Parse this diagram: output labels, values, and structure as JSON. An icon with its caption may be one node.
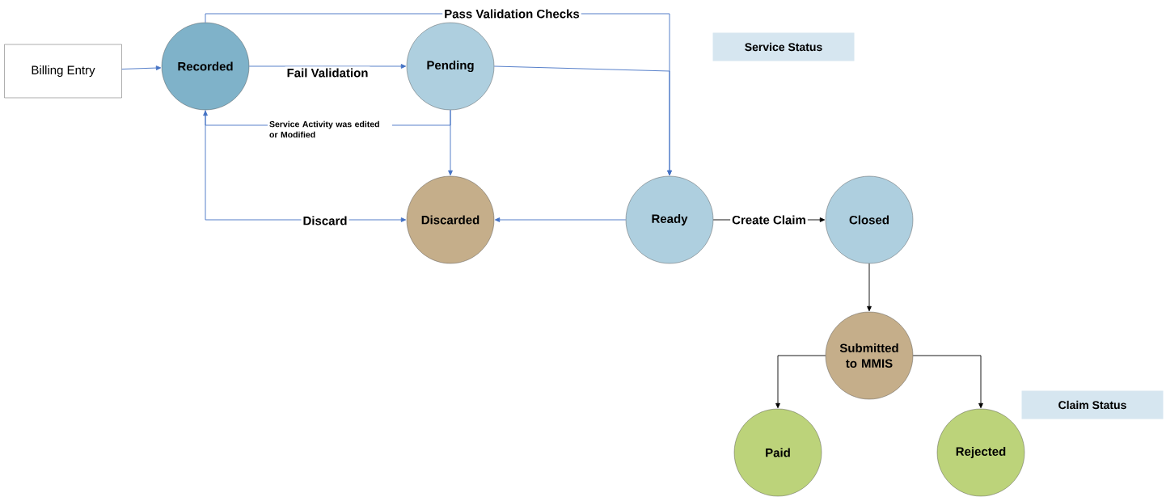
{
  "diagram": {
    "nodes": [
      {
        "text": [
          "Billing Entry"
        ]
      },
      {
        "text": [
          "Recorded"
        ]
      },
      {
        "text": [
          "Pending"
        ]
      },
      {
        "text": [
          "Discarded"
        ]
      },
      {
        "text": [
          "Ready"
        ]
      },
      {
        "text": [
          "Closed"
        ]
      },
      {
        "text": [
          "Submitted to MMIS"
        ]
      },
      {
        "text": [
          "Paid"
        ]
      },
      {
        "text": [
          "Rejected"
        ]
      },
      {
        "text": [
          "Service Status"
        ]
      },
      {
        "text": [
          "Claim Status"
        ]
      }
    ],
    "edges": [
      {
        "from": 0,
        "to": 1,
        "arrow": "to"
      },
      {
        "from": 1,
        "to": 2,
        "arrow": "to",
        "label": "Fail Validation"
      },
      {
        "from": 1,
        "to": 4,
        "arrow": "to",
        "label": "Pass Validation Checks"
      },
      {
        "from": 2,
        "to": 4,
        "arrow": "to"
      },
      {
        "from": 2,
        "to": 1,
        "arrow": "to",
        "label": "Service Activity was edited or Modified"
      },
      {
        "from": 2,
        "to": 3,
        "arrow": "to"
      },
      {
        "from": 1,
        "to": 3,
        "arrow": "to",
        "label": "Discard"
      },
      {
        "from": 4,
        "to": 3,
        "arrow": "to"
      },
      {
        "from": 4,
        "to": 5,
        "arrow": "to",
        "label": "Create Claim",
        "color": "#000000"
      },
      {
        "from": 5,
        "to": 6,
        "arrow": "to",
        "color": "#000000"
      },
      {
        "from": 6,
        "to": 7,
        "arrow": "to",
        "color": "#000000"
      },
      {
        "from": 6,
        "to": 8,
        "arrow": "to",
        "color": "#000000"
      }
    ]
  }
}
